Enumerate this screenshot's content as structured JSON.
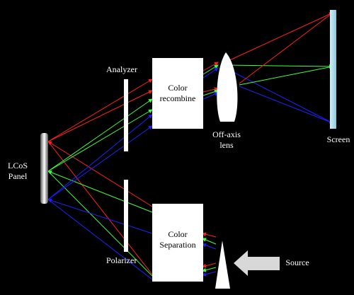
{
  "labels": {
    "analyzer": "Analyzer",
    "polarizer": "Polarizer",
    "lcos_line1": "LCoS",
    "lcos_line2": "Panel",
    "color_recombine_line1": "Color",
    "color_recombine_line2": "recombine",
    "color_separation_line1": "Color",
    "color_separation_line2": "Separation",
    "offaxis_line1": "Off-axis",
    "offaxis_line2": "lens",
    "screen": "Screen",
    "source": "Source"
  },
  "colors": {
    "background": "#000000",
    "red_ray": "#ff2020",
    "green_ray": "#40ff40",
    "blue_ray": "#2020ff",
    "box": "#ffffff",
    "screen": "#a8d8e8",
    "arrow": "#d8d8d8"
  }
}
